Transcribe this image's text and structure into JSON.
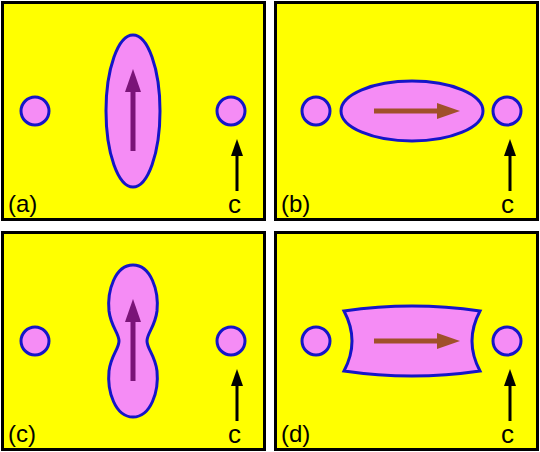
{
  "diagram": {
    "nodes": [
      {
        "text": [
          "(a)",
          "c"
        ]
      },
      {
        "text": [
          "(b)",
          "c"
        ]
      },
      {
        "text": [
          "(c)",
          "c"
        ]
      },
      {
        "text": [
          "(d)",
          "c"
        ]
      }
    ]
  }
}
